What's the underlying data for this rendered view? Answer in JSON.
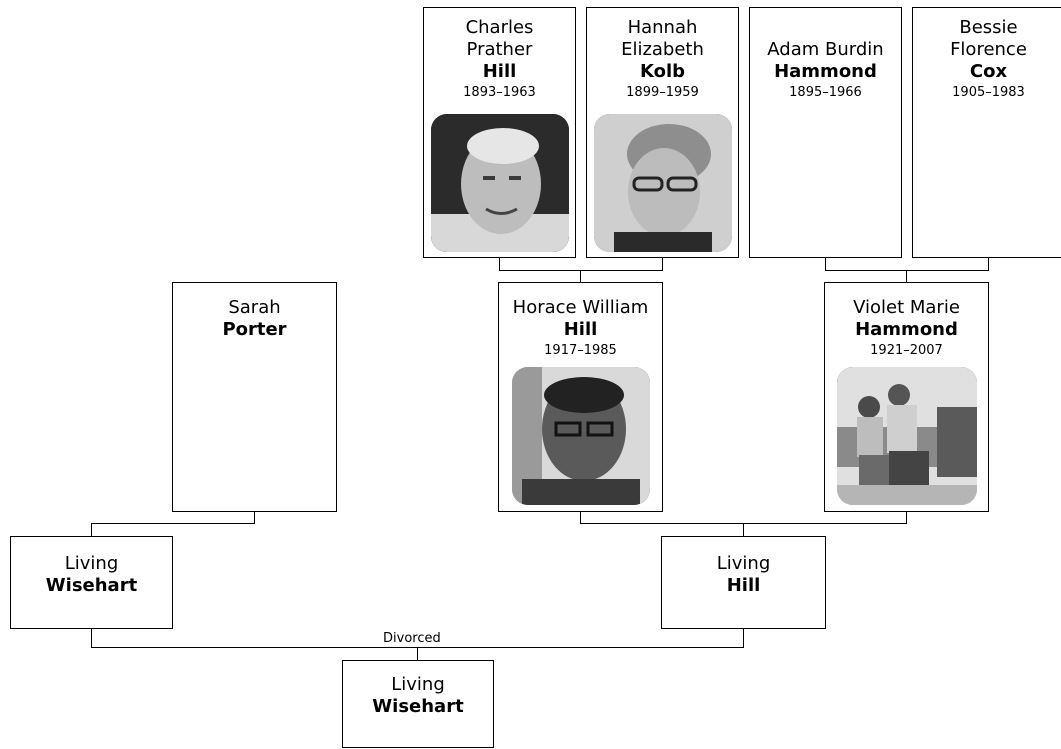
{
  "people": {
    "charles": {
      "first": "Charles",
      "middle": "Prather",
      "surname": "Hill",
      "dates": "1893–1963",
      "photo": "portrait-photo"
    },
    "hannah": {
      "first": "Hannah",
      "middle": "Elizabeth",
      "surname": "Kolb",
      "dates": "1899–1959",
      "photo": "portrait-photo"
    },
    "adam": {
      "first": "Adam Burdin",
      "surname": "Hammond",
      "dates": "1895–1966"
    },
    "bessie": {
      "first": "Bessie",
      "middle": "Florence",
      "surname": "Cox",
      "dates": "1905–1983"
    },
    "sarah": {
      "first": "Sarah",
      "surname": "Porter"
    },
    "horace": {
      "first": "Horace William",
      "surname": "Hill",
      "dates": "1917–1985",
      "photo": "portrait-photo"
    },
    "violet": {
      "first": "Violet Marie",
      "surname": "Hammond",
      "dates": "1921–2007",
      "photo": "couple-photo"
    },
    "living_wisehart": {
      "first": "Living",
      "surname": "Wisehart"
    },
    "living_hill": {
      "first": "Living",
      "surname": "Hill"
    },
    "child": {
      "first": "Living",
      "surname": "Wisehart"
    }
  },
  "relationship": {
    "divorced_label": "Divorced"
  },
  "colors": {
    "line": "#000000",
    "box_border": "#000000",
    "background": "#ffffff"
  }
}
